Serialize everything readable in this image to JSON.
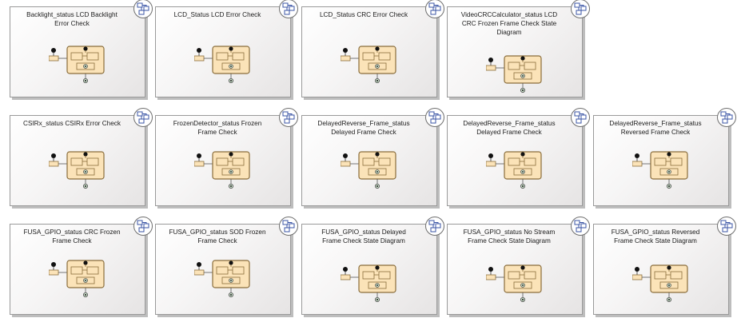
{
  "diagrams": [
    {
      "id": "backlight",
      "title": "Backlight_status LCD Backlight\nError Check"
    },
    {
      "id": "lcd-error",
      "title": "LCD_Status LCD Error Check"
    },
    {
      "id": "lcd-crc",
      "title": "LCD_Status CRC Error Check"
    },
    {
      "id": "videocrc",
      "title": "VideoCRCCalculator_status LCD\nCRC Frozen Frame Check State\nDiagram"
    },
    {
      "id": "csirx",
      "title": "CSIRx_status CSIRx Error Check"
    },
    {
      "id": "frozen-detector",
      "title": "FrozenDetector_status Frozen\nFrame Check"
    },
    {
      "id": "delayed-reverse-1",
      "title": "DelayedReverse_Frame_status\nDelayed Frame Check"
    },
    {
      "id": "delayed-reverse-2",
      "title": "DelayedReverse_Frame_status\nDelayed Frame Check"
    },
    {
      "id": "delayed-reverse-3",
      "title": "DelayedReverse_Frame_status\nReversed Frame Check"
    },
    {
      "id": "fusa-crc",
      "title": "FUSA_GPIO_status CRC Frozen\nFrame Check"
    },
    {
      "id": "fusa-sod",
      "title": "FUSA_GPIO_status SOD Frozen\nFrame Check"
    },
    {
      "id": "fusa-delayed",
      "title": "FUSA_GPIO_status Delayed\nFrame Check State Diagram"
    },
    {
      "id": "fusa-nostream",
      "title": "FUSA_GPIO_status No Stream\nFrame Check State Diagram"
    },
    {
      "id": "fusa-reversed",
      "title": "FUSA_GPIO_status Reversed\nFrame Check State Diagram"
    }
  ],
  "colors": {
    "state_fill": "#fbe3b8",
    "state_stroke": "#8a6d3b",
    "final_fill": "#cfe8cf",
    "badge_stroke": "#3b55a6"
  },
  "icons": {
    "badge": "composite-diagram-icon",
    "thumbnail": "state-machine-thumbnail-icon"
  }
}
